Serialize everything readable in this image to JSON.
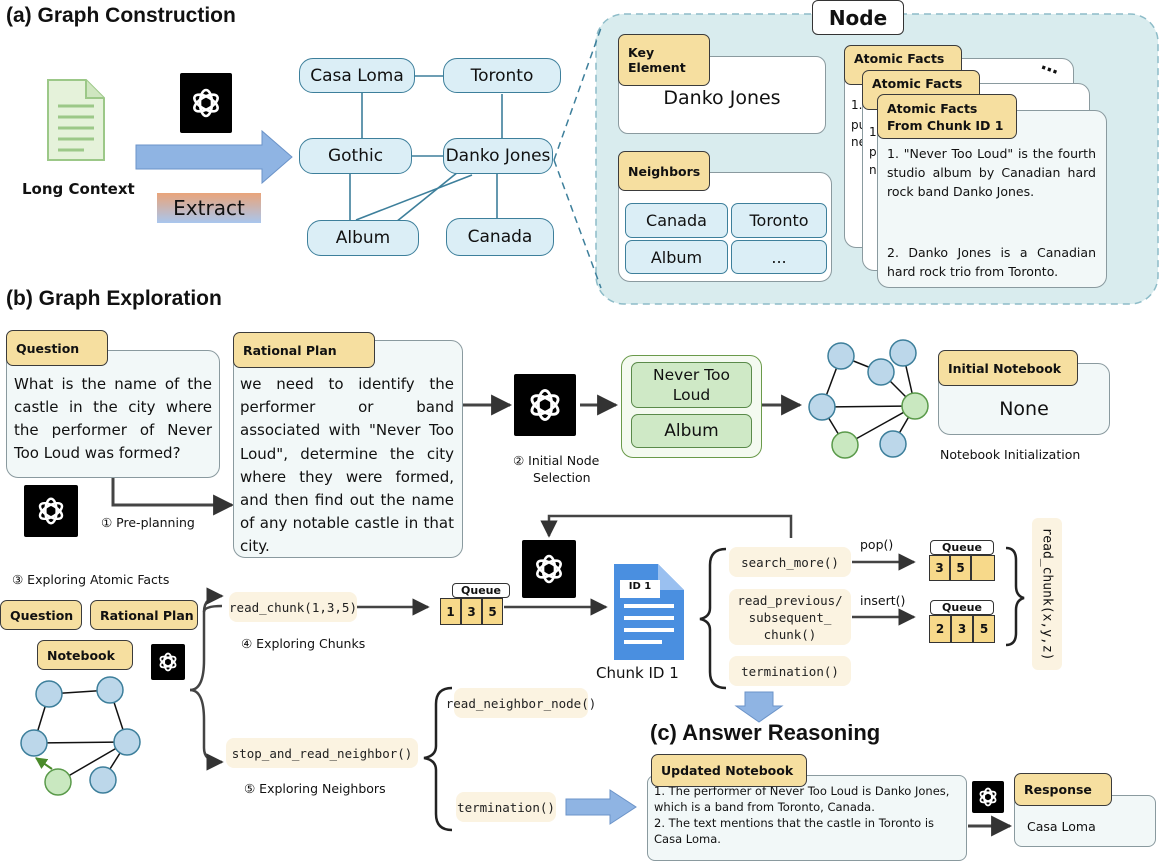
{
  "sections": {
    "a": "(a) Graph Construction",
    "b": "(b) Graph Exploration",
    "c": "(c) Answer Reasoning"
  },
  "construction": {
    "long_context": "Long Context",
    "extract": "Extract",
    "nodes": [
      "Casa Loma",
      "Toronto",
      "Gothic",
      "Danko Jones",
      "Album",
      "Canada"
    ],
    "node_panel": {
      "title": "Node",
      "key_element_tag": "Key Element",
      "key_element_value": "Danko Jones",
      "neighbors_tag": "Neighbors",
      "neighbors": [
        "Canada",
        "Toronto",
        "Album",
        "..."
      ],
      "atomic_tag_back": "Atomic Facts",
      "atomic_tag_front": "Atomic Facts From Chunk ID 1",
      "back_peek": [
        "1.",
        "pu",
        "ne"
      ],
      "mid_peek": [
        "1.",
        "pu",
        "ne"
      ],
      "fact1": "1. \"Never Too Loud\" is the fourth studio album by Canadian hard rock band Danko Jones.",
      "fact2": "2. Danko Jones is a Canadian hard rock trio from Toronto."
    }
  },
  "exploration": {
    "question_tag": "Question",
    "question_text": "What is the name of the castle in the city where the performer of Never Too Loud was formed?",
    "plan_tag": "Rational Plan",
    "plan_text": "we need to identify the performer or band associated with \"Never Too Loud\", determine the city where they were formed, and then find out the name of any notable castle in that city.",
    "step1": "① Pre-planning",
    "step2_line1": "② Initial Node",
    "step2_line2": "Selection",
    "selected_nodes": [
      "Never Too Loud",
      "Album"
    ],
    "notebook_tag": "Initial Notebook",
    "notebook_value": "None",
    "notebook_caption": "Notebook Initialization",
    "step3": "③ Exploring Atomic Facts",
    "step4": "④ Exploring Chunks",
    "step5": "⑤ Exploring Neighbors",
    "mini_question": "Question",
    "mini_plan": "Rational Plan",
    "mini_notebook": "Notebook",
    "read_chunk_call": "read_chunk(1,3,5)",
    "queue_label": "Queue",
    "queue1": [
      "1",
      "3",
      "5"
    ],
    "chunk_doc_id": "ID 1",
    "chunk_caption": "Chunk ID 1",
    "chunk_fns": [
      "search_more()",
      "read_previous/ subsequent_ chunk()",
      "termination()"
    ],
    "pop_label": "pop()",
    "insert_label": "insert()",
    "queue2": [
      "3",
      "5",
      ""
    ],
    "queue3": [
      "2",
      "3",
      "5"
    ],
    "read_chunk_xyz": "read_chunk(x,y,z)",
    "neighbor_fns": [
      "read_neighbor_node()",
      "stop_and_read_neighbor()",
      "termination()"
    ]
  },
  "reasoning": {
    "updated_tag": "Updated Notebook",
    "updated_text_1": "1. The performer of Never Too Loud is Danko Jones, which is a band from Toronto, Canada.",
    "updated_text_2": "2. The text mentions that the castle in Toronto is Casa Loma.",
    "response_tag": "Response",
    "response_value": "Casa Loma"
  },
  "icons": [
    "openai-logo-icon",
    "document-icon",
    "arrow-right-icon",
    "arrow-down-icon"
  ],
  "colors": {
    "node_fill": "#dbeef6",
    "node_border": "#3d7f9b",
    "tag_fill": "#f6dfa0",
    "panel_fill": "#d9ecee",
    "green_node": "#c9e8c0",
    "blue_arrow": "#7ea6d8"
  }
}
